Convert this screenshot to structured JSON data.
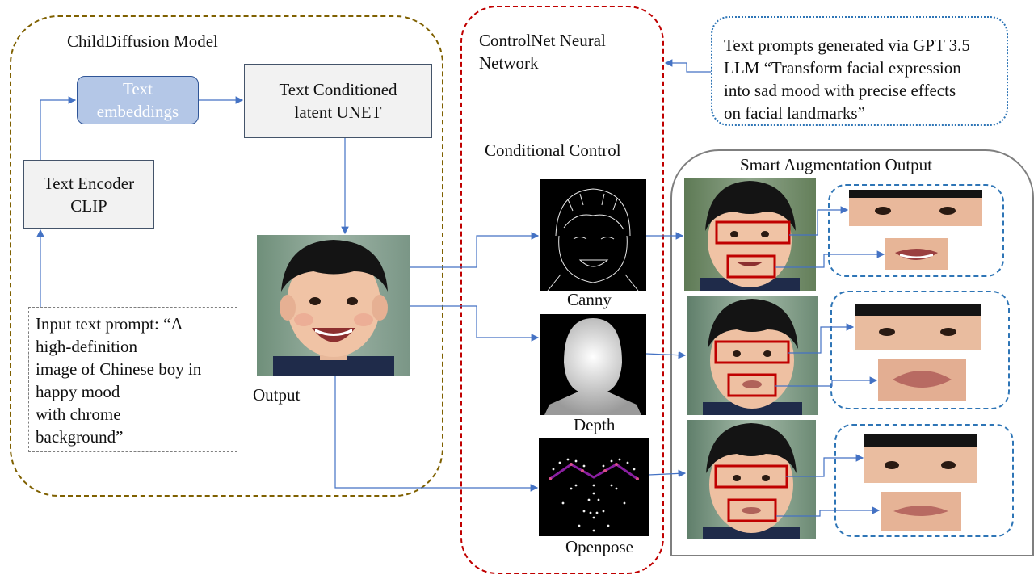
{
  "childdiffusion": {
    "title": "ChildDiffusion Model",
    "text_embeddings": "Text\nembeddings",
    "unet": "Text Conditioned\nlatent UNET",
    "encoder": "Text Encoder\nCLIP",
    "input_prompt": "Input text prompt: “A\nhigh-definition\nimage of Chinese boy in\nhappy mood\nwith chrome\nbackground”",
    "output_label": "Output"
  },
  "controlnet": {
    "title": "ControlNet Neural\nNetwork",
    "conditional_control": "Conditional Control",
    "canny_label": "Canny",
    "depth_label": "Depth",
    "openpose_label": "Openpose"
  },
  "gpt_prompt": "Text prompts generated via GPT 3.5\nLLM “Transform facial expression\ninto sad mood with precise effects\non facial landmarks”",
  "augmentation": {
    "title": "Smart Augmentation Output"
  },
  "colors": {
    "childdiffusion_border": "#7f6000",
    "controlnet_border": "#c00000",
    "gpt_border": "#2e75b6",
    "arrow": "#4472c4",
    "embeddings_fill": "#b4c7e7",
    "box_fill": "#f2f2f2",
    "highlight": "#c00000"
  }
}
